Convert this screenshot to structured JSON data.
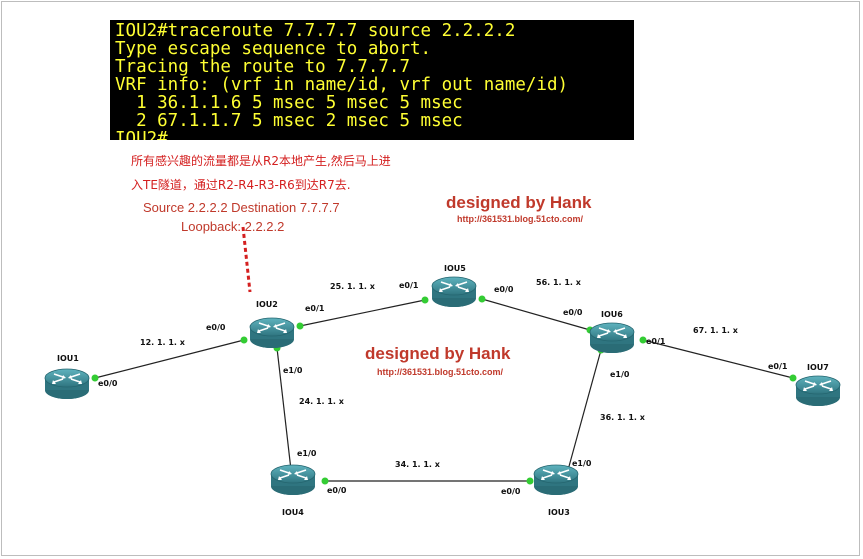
{
  "terminal": {
    "lines": [
      "IOU2#traceroute 7.7.7.7 source 2.2.2.2",
      "Type escape sequence to abort.",
      "Tracing the route to 7.7.7.7",
      "VRF info: (vrf in name/id, vrf out name/id)",
      "  1 36.1.1.6 5 msec 5 msec 5 msec",
      "  2 67.1.1.7 5 msec 2 msec 5 msec",
      "IOU2#"
    ]
  },
  "annotation": {
    "line1": "所有感兴趣的流量都是从R2本地产生,然后马上进",
    "line2": "入TE隧道，通过R2-R4-R3-R6到达R7去.",
    "source": "Source 2.2.2.2  Destination 7.7.7.7",
    "loopback": "Loopback: 2.2.2.2"
  },
  "watermark": {
    "brand": "designed by Hank",
    "url": "http://361531.blog.51cto.com/"
  },
  "routers": {
    "iou1": "IOU1",
    "iou2": "IOU2",
    "iou3": "IOU3",
    "iou4": "IOU4",
    "iou5": "IOU5",
    "iou6": "IOU6",
    "iou7": "IOU7"
  },
  "links": {
    "l12": "12. 1. 1. x",
    "l25": "25. 1. 1. x",
    "l56": "56. 1. 1. x",
    "l67": "67. 1. 1. x",
    "l24": "24. 1. 1. x",
    "l34": "34. 1. 1. x",
    "l36": "36. 1. 1. x"
  },
  "interfaces": {
    "iou1_e00": "e0/0",
    "iou2_e00": "e0/0",
    "iou2_e01": "e0/1",
    "iou2_e10": "e1/0",
    "iou5_e01": "e0/1",
    "iou5_e00": "e0/0",
    "iou6_e00": "e0/0",
    "iou6_e01": "e0/1",
    "iou6_e10": "e1/0",
    "iou7_e01": "e0/1",
    "iou4_e10": "e1/0",
    "iou4_e00": "e0/0",
    "iou3_e00": "e0/0",
    "iou3_e10": "e1/0"
  },
  "colors": {
    "terminal_bg": "#000000",
    "terminal_text": "#ffff33",
    "accent_red": "#c0392b",
    "link_dot": "#33cc33",
    "router_body": "#3f8e9a"
  }
}
